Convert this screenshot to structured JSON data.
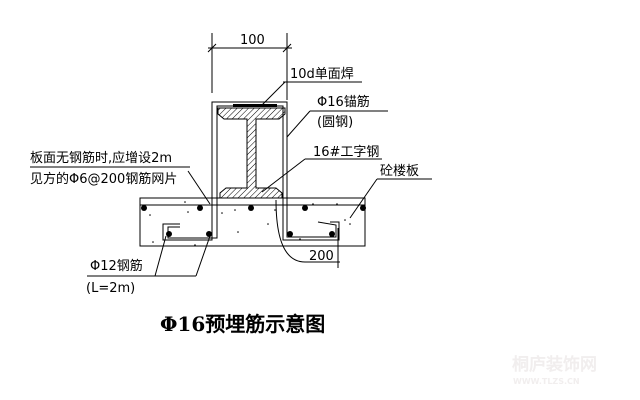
{
  "title": "Φ16预埋筋示意图",
  "labels": {
    "dim_top": "100",
    "dim_bottom": "200",
    "weld": "10d单面焊",
    "anchor_line1": "Φ16锚筋",
    "anchor_line2": "(圆钢)",
    "beam": "16#工字钢",
    "slab": "砼楼板",
    "note_line1": "板面无钢筋时,应增设2m",
    "note_line2": "见方的Φ6@200钢筋网片",
    "rebar_line1": "Φ12钢筋",
    "rebar_line2": "(L=2m)"
  },
  "watermark": {
    "name": "桐庐装饰网",
    "url": "WWW.TLZS.CN"
  }
}
